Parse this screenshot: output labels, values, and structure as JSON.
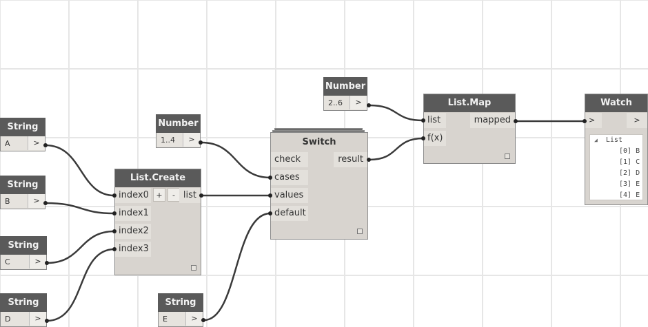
{
  "nodes": {
    "string_a": {
      "title": "String",
      "value": "A",
      "button": ">"
    },
    "string_b": {
      "title": "String",
      "value": "B",
      "button": ">"
    },
    "string_c": {
      "title": "String",
      "value": "C",
      "button": ">"
    },
    "string_d": {
      "title": "String",
      "value": "D",
      "button": ">"
    },
    "string_e": {
      "title": "String",
      "value": "E",
      "button": ">"
    },
    "number_1": {
      "title": "Number",
      "value": "1..4",
      "button": ">"
    },
    "number_2": {
      "title": "Number",
      "value": "2..6",
      "button": ">"
    },
    "list_create": {
      "title": "List.Create",
      "inputs": [
        "index0",
        "index1",
        "index2",
        "index3"
      ],
      "add_button": "+",
      "remove_button": "-",
      "output": "list"
    },
    "switch": {
      "title": "Switch",
      "inputs": [
        "check",
        "cases",
        "values",
        "default"
      ],
      "output": "result"
    },
    "list_map": {
      "title": "List.Map",
      "inputs": [
        "list",
        "f(x)"
      ],
      "output": "mapped"
    },
    "watch": {
      "title": "Watch",
      "input": ">",
      "output": ">",
      "tree_toggle": "◢",
      "tree_root": "List",
      "items": [
        {
          "index": "[0]",
          "value": "B"
        },
        {
          "index": "[1]",
          "value": "C"
        },
        {
          "index": "[2]",
          "value": "D"
        },
        {
          "index": "[3]",
          "value": "E"
        },
        {
          "index": "[4]",
          "value": "E"
        }
      ]
    }
  },
  "colors": {
    "header": "#5a5a5a",
    "node_body": "#d8d4cf",
    "wire": "#3a3a3a",
    "grid": "#e6e6e6"
  }
}
